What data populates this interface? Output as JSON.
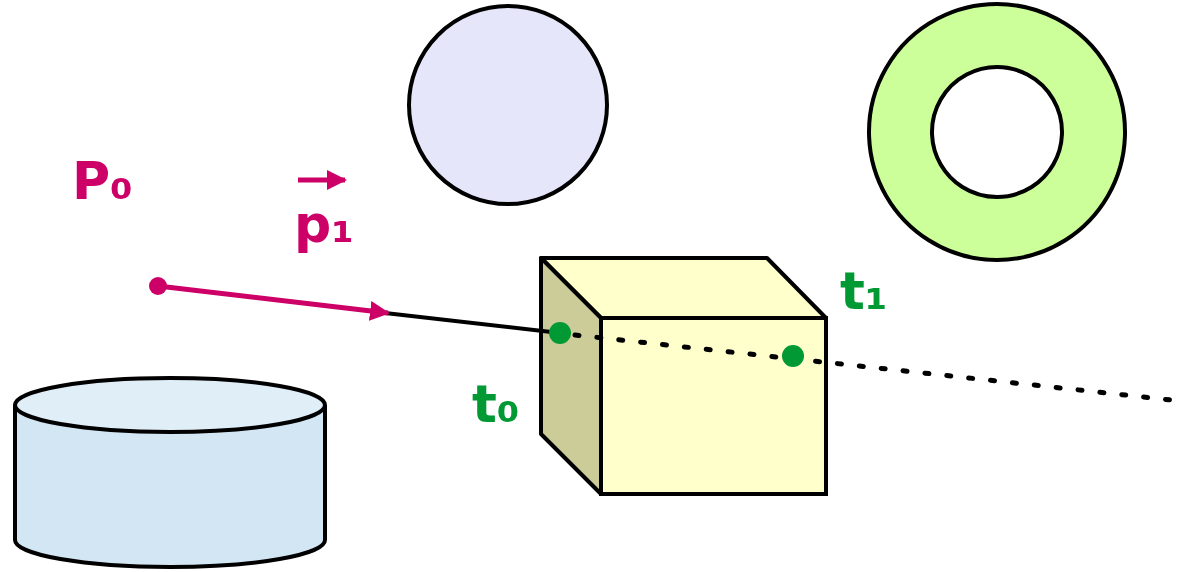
{
  "diagram": {
    "labels": [
      "P₀",
      "p₁",
      "t₀",
      "t₁"
    ]
  }
}
